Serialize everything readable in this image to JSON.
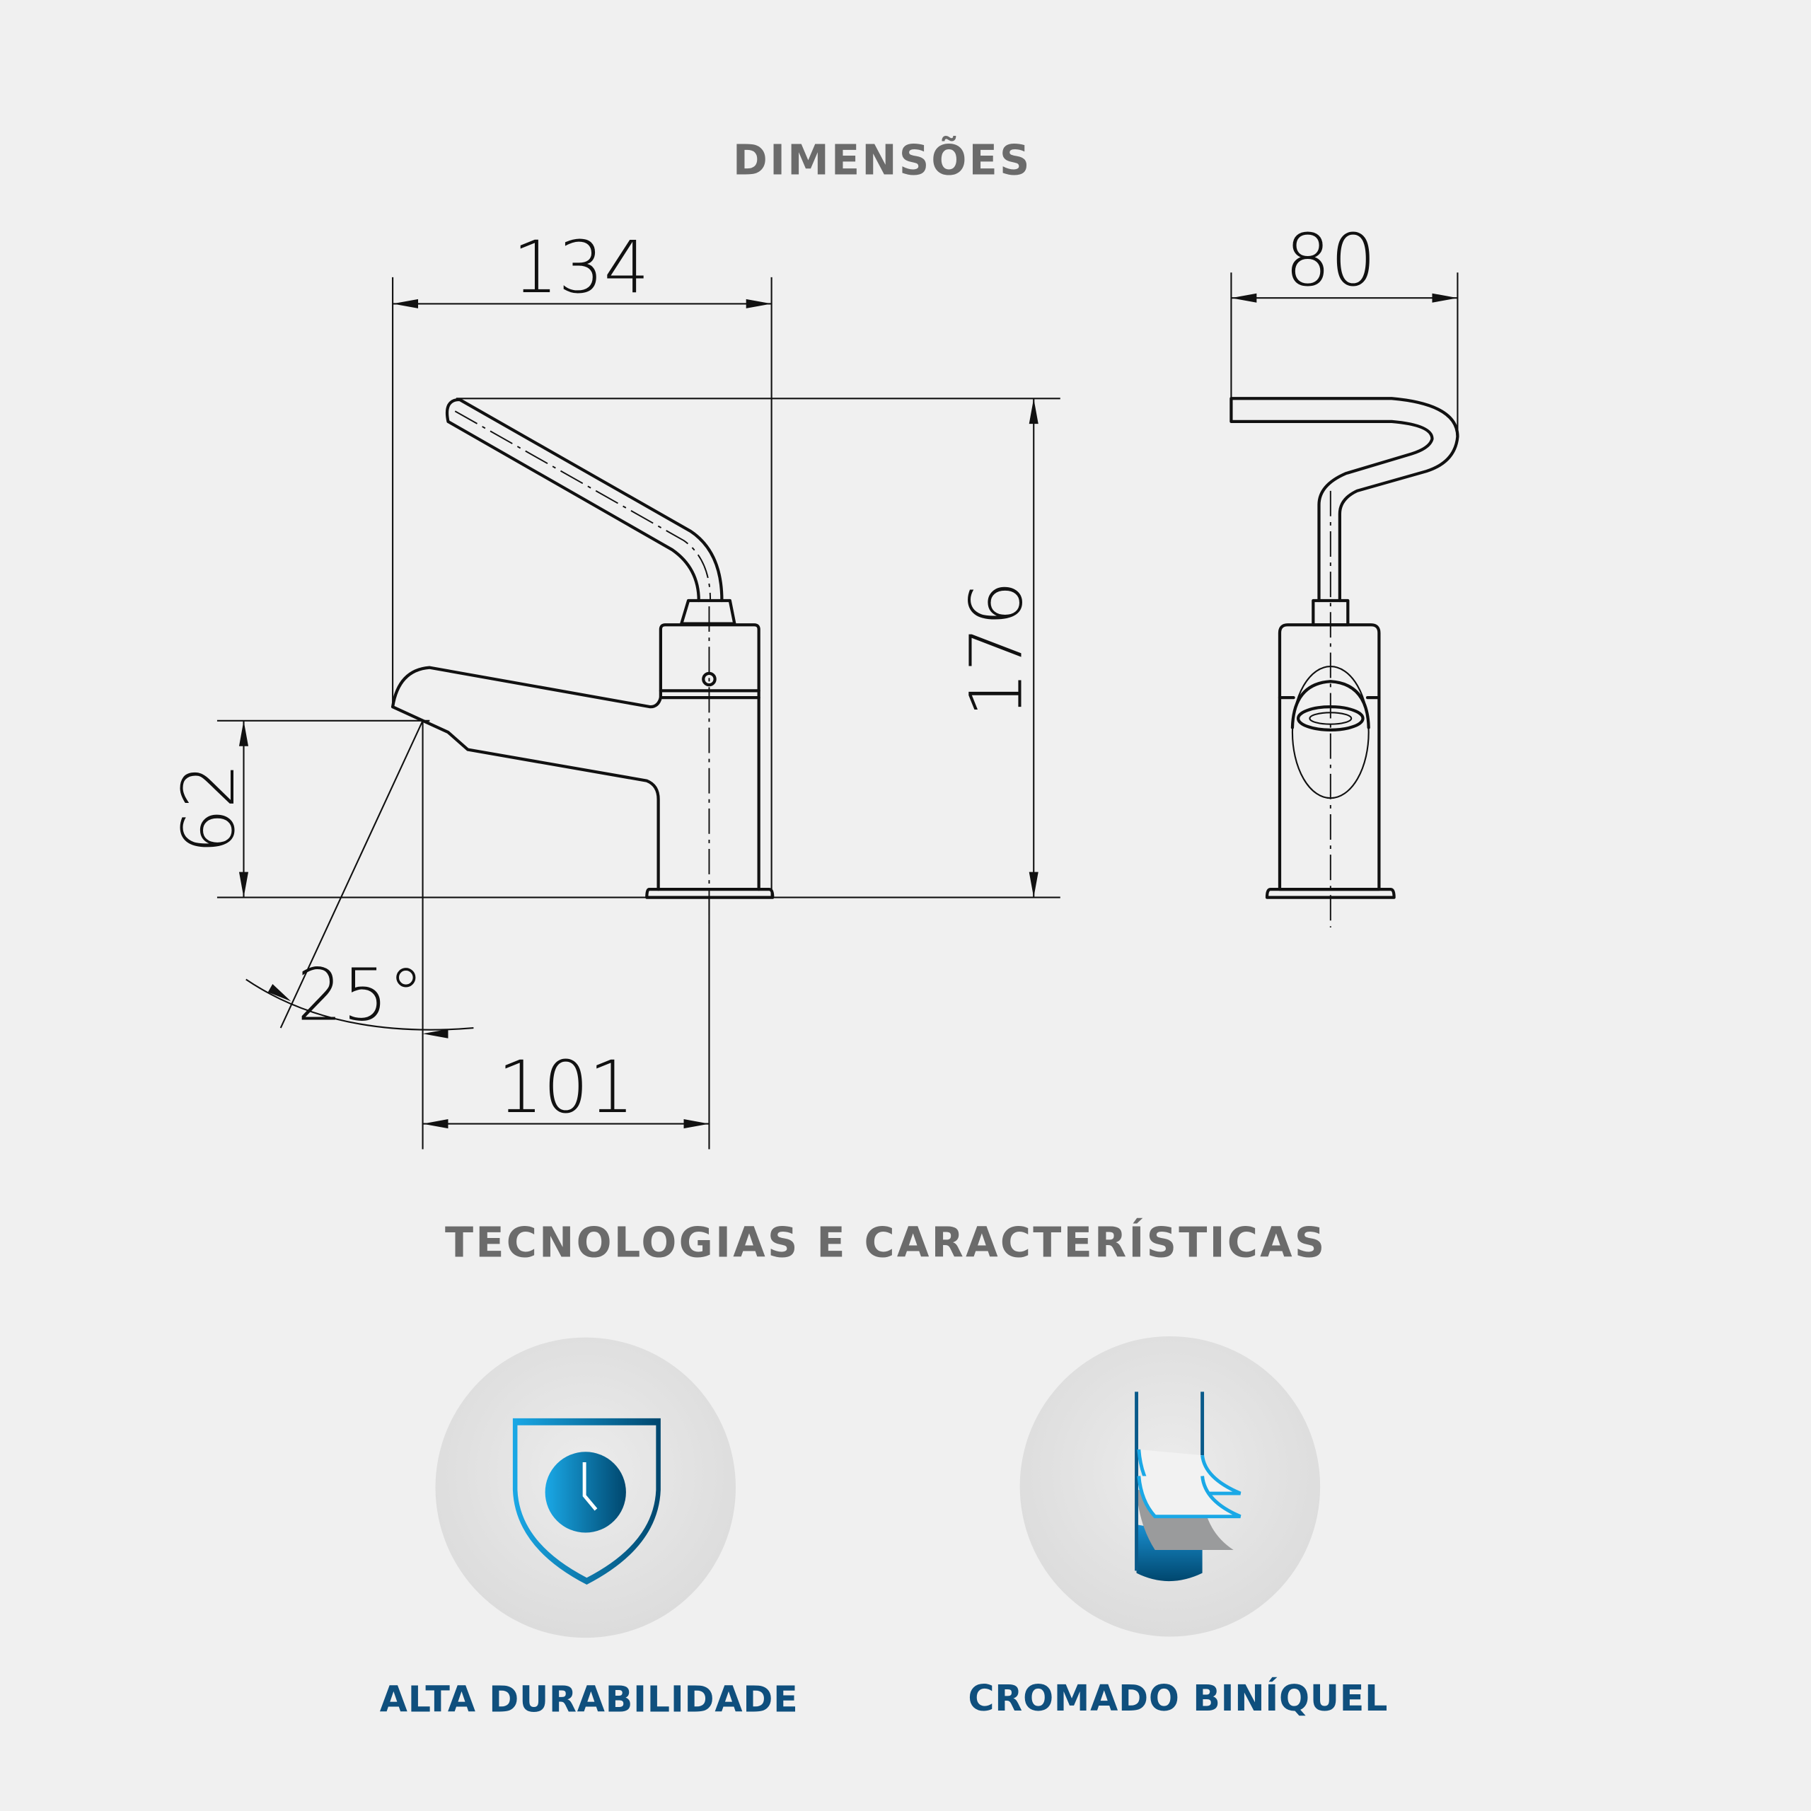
{
  "headings": {
    "dimensions": "DIMENSÕES",
    "technologies": "TECNOLOGIAS  E  CARACTERÍSTICAS"
  },
  "dimensions": {
    "width_side": "134",
    "height": "176",
    "spout_height": "62",
    "angle": "25°",
    "reach": "101",
    "width_front": "80"
  },
  "features": [
    {
      "label": "ALTA DURABILIDADE",
      "icon": "shield-clock-icon"
    },
    {
      "label": "CROMADO BINÍQUEL",
      "icon": "chrome-layers-icon"
    }
  ],
  "colors": {
    "background": "#f0f0f0",
    "heading": "#6b6b6b",
    "label": "#0f4f7d",
    "accent_light": "#1aa8e6",
    "accent_dark": "#00476e"
  }
}
